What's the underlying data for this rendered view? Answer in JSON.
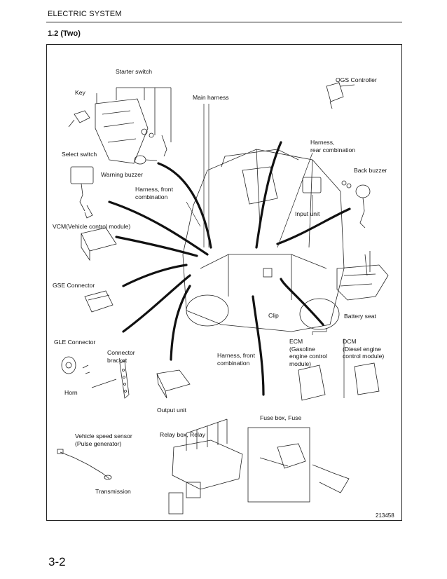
{
  "header": {
    "section_title": "ELECTRIC SYSTEM"
  },
  "subsection": {
    "title": "1.2  (Two)"
  },
  "figure": {
    "labels": {
      "starter_switch": "Starter switch",
      "key": "Key",
      "main_harness": "Main harness",
      "qgs_controller": "QGS Controller",
      "select_switch": "Select switch",
      "warning_buzzer": "Warning buzzer",
      "harness_rear": "Harness,\nrear combination",
      "back_buzzer": "Back buzzer",
      "harness_front_top": "Harness, front\ncombination",
      "input_unit": "Input unit",
      "vcm": "VCM(Vehicle control module)",
      "gse_connector": "GSE Connector",
      "battery_seat": "Battery seat",
      "clip": "Clip",
      "gle_connector": "GLE Connector",
      "connector_bracket": "Connector\nbracket",
      "harness_front_bottom": "Harness, front\ncombination",
      "ecm": "ECM\n(Gasoline\nengine control\nmodule)",
      "dcm": "DCM\n(Diesel engine\ncontrol module)",
      "horn": "Horn",
      "output_unit": "Output unit",
      "fuse_box": "Fuse box, Fuse",
      "vehicle_speed_sensor": "Vehicle speed sensor\n(Pulse generator)",
      "relay_box": "Relay box, Relay",
      "transmission": "Transmission"
    },
    "figure_number": "213458"
  },
  "footer": {
    "page_number": "3-2"
  }
}
